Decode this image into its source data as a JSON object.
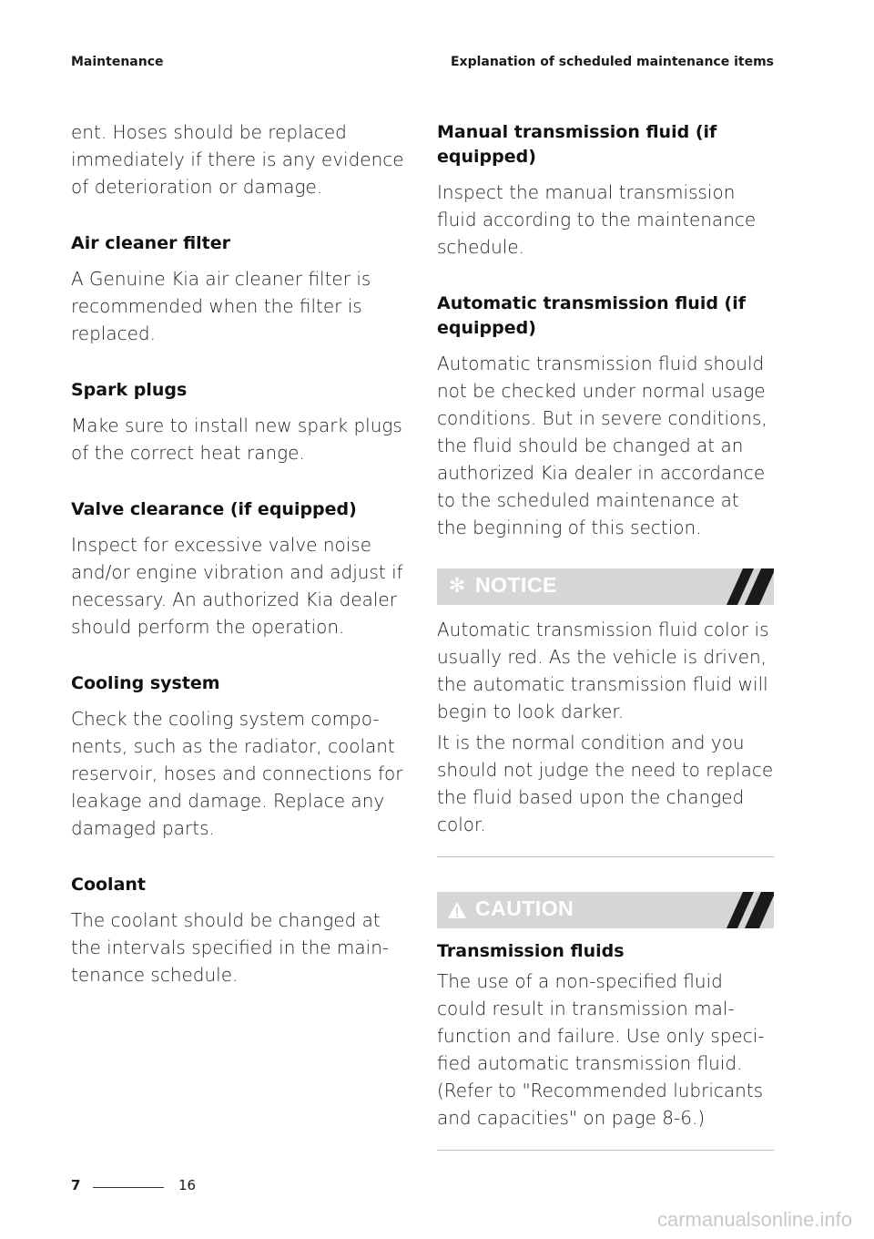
{
  "header": {
    "left": "Maintenance",
    "right": "Explanation of scheduled maintenance items"
  },
  "left_column": {
    "intro": "ent. Hoses should be replaced immediately if there is any evidence of deterioration or damage.",
    "sections": [
      {
        "heading": "Air cleaner filter",
        "body": "A Genuine Kia air cleaner filter is recommended when the filter is replaced."
      },
      {
        "heading": "Spark plugs",
        "body": "Make sure to install new spark plugs of the correct heat range."
      },
      {
        "heading": "Valve clearance  (if equipped)",
        "body": "Inspect for excessive valve noise and/or engine vibration and adjust if necessary. An authorized Kia dealer should perform the operation."
      },
      {
        "heading": "Cooling system",
        "body": "Check the cooling system compo- nents, such as the radiator, coolant reservoir, hoses and connections for leakage and damage. Replace any damaged parts."
      },
      {
        "heading": "Coolant",
        "body": "The coolant should be changed at the intervals specified in the main- tenance schedule."
      }
    ]
  },
  "right_column": {
    "sections": [
      {
        "heading": "Manual transmission fluid (if equipped)",
        "body": "Inspect the manual transmission fluid according to the maintenance schedule."
      },
      {
        "heading": "Automatic transmission fluid (if equipped)",
        "body": "Automatic transmission fluid should not be checked under normal usage conditions. But in severe conditions, the fluid should be changed at an authorized Kia dealer in accordance to the scheduled maintenance at the beginning of this section."
      }
    ],
    "notice": {
      "icon": "✻",
      "label": "NOTICE",
      "paragraphs": [
        "Automatic transmission fluid color is usually red. As the vehicle is driven, the automatic transmission fluid will begin to look darker.",
        "It is the normal condition and you should not judge the need to replace the fluid based upon the changed color."
      ]
    },
    "caution": {
      "label": "CAUTION",
      "subhead": "Transmission fluids",
      "body": "The use of a non-specified fluid could result in transmission mal- function and failure. Use only speci- fied automatic transmission fluid. (Refer to \"Recommended lubricants and capacities\" on page 8-6.)"
    }
  },
  "footer": {
    "chapter": "7",
    "page": "16"
  },
  "watermark": "carmanualsonline.info",
  "colors": {
    "banner": "#d6d6d6",
    "banner_text": "#ffffff",
    "rule": "#bdbdbd"
  }
}
